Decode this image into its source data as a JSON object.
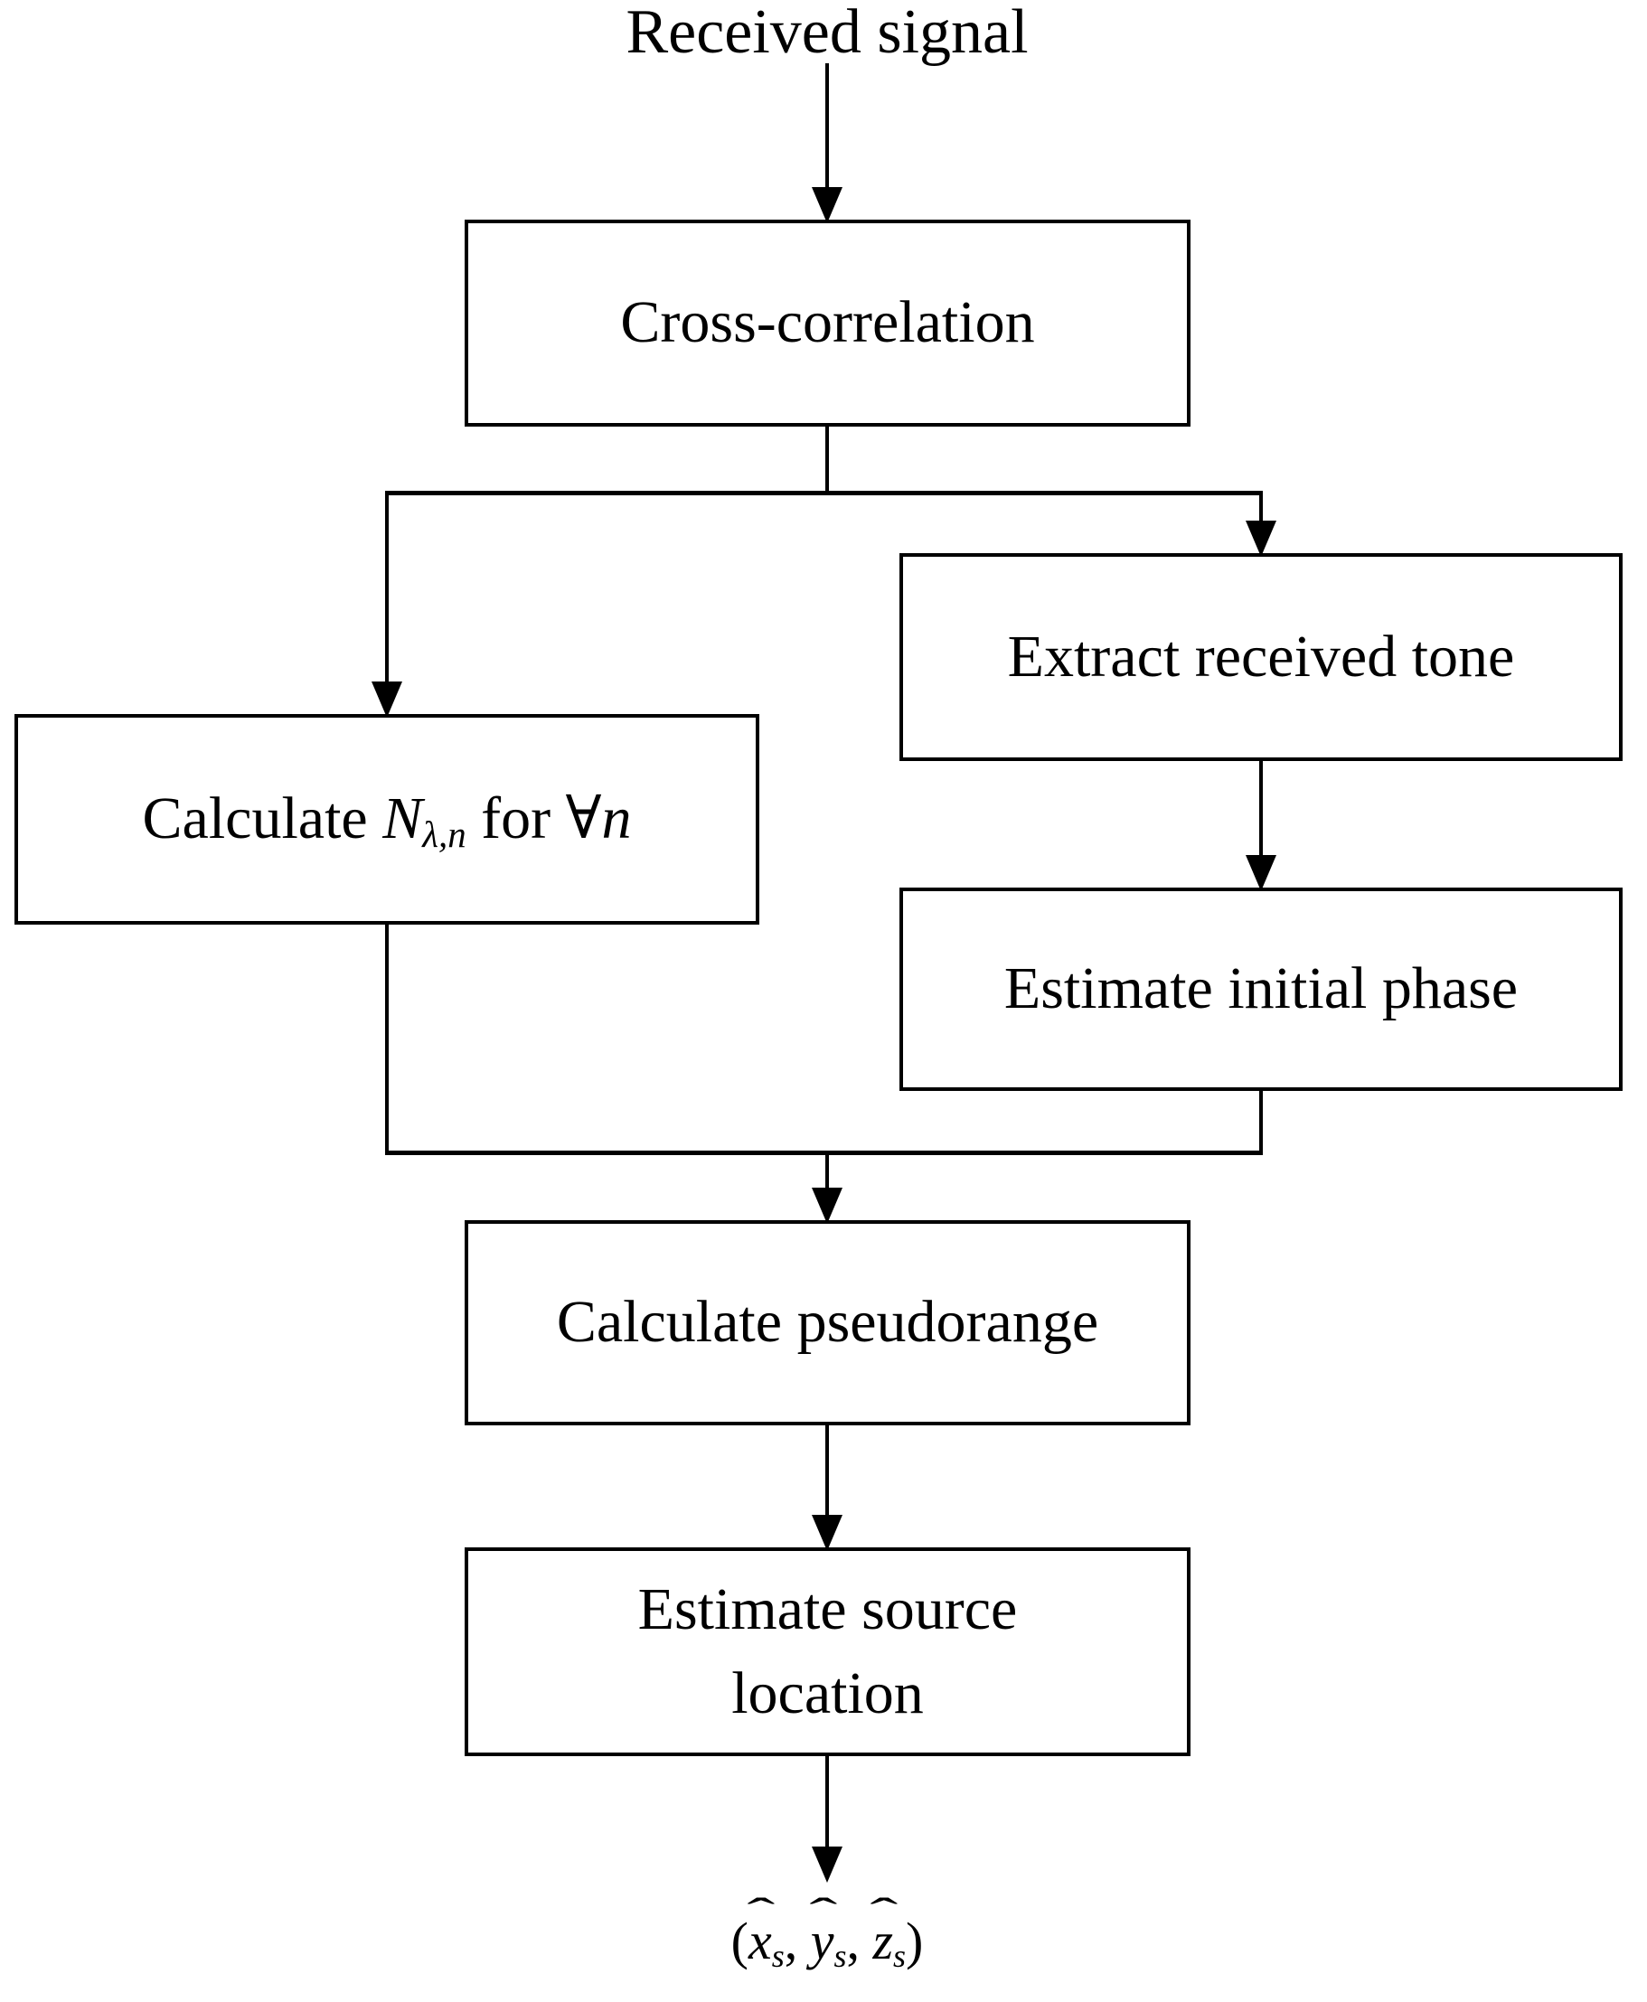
{
  "diagram": {
    "top_label": "Received signal",
    "nodes": {
      "cross_correlation": {
        "label": "Cross-correlation"
      },
      "calc_wavelength": {
        "prefix": "Calculate ",
        "var": "N",
        "sub": "λ,n",
        "mid": " for ",
        "forall": "∀",
        "var2": "n"
      },
      "extract_tone": {
        "label": "Extract received tone"
      },
      "estimate_phase": {
        "label": "Estimate initial phase"
      },
      "calc_pseudorange": {
        "label": "Calculate pseudorange"
      },
      "estimate_location": {
        "line1": "Estimate source",
        "line2": "location"
      }
    },
    "output": {
      "open": "(",
      "close": ")",
      "hat": "ˆ",
      "sep": ", ",
      "vars": [
        {
          "letter": "x",
          "sub": "s"
        },
        {
          "letter": "y",
          "sub": "s"
        },
        {
          "letter": "z",
          "sub": "s"
        }
      ]
    },
    "colors": {
      "line": "#000000",
      "box_fill": "#ffffff",
      "text": "#000000",
      "background": "#ffffff"
    }
  }
}
